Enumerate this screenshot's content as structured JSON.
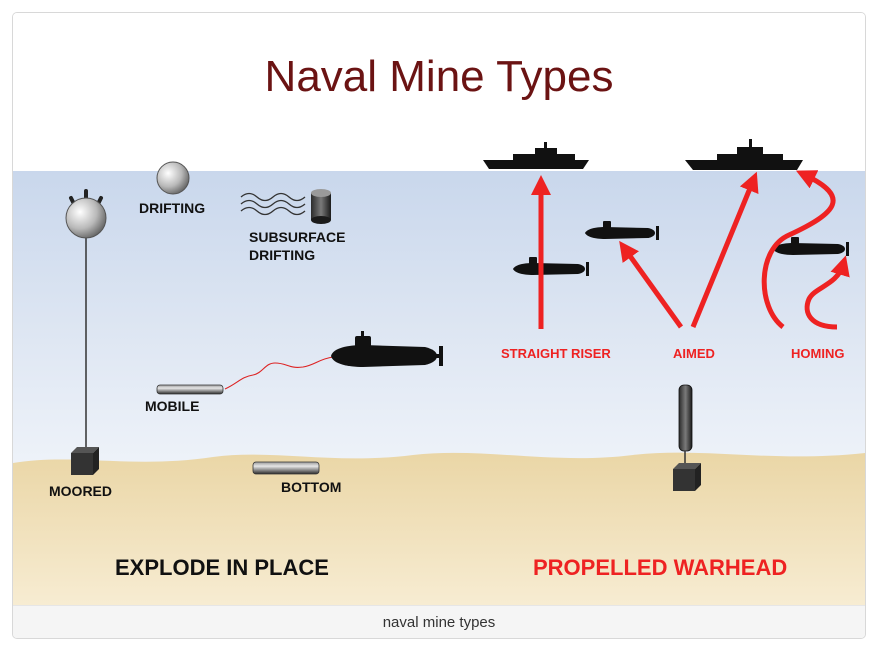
{
  "title": "Naval Mine Types",
  "caption": "naval mine types",
  "labels": {
    "drifting": "DRIFTING",
    "subsurface_line1": "SUBSURFACE",
    "subsurface_line2": "DRIFTING",
    "mobile": "MOBILE",
    "moored": "MOORED",
    "bottom": "BOTTOM",
    "straight_riser": "STRAIGHT RISER",
    "aimed": "AIMED",
    "homing": "HOMING"
  },
  "sections": {
    "explode_in_place": "EXPLODE IN PLACE",
    "propelled_warhead": "PROPELLED WARHEAD"
  },
  "colors": {
    "title": "#6b1313",
    "red": "#ee2222",
    "dark": "#111111",
    "sky": "#ffffff",
    "sea_top": "#c9d7ec",
    "sea_bottom": "#f0f4fa",
    "sand": "#f1dfb4"
  }
}
